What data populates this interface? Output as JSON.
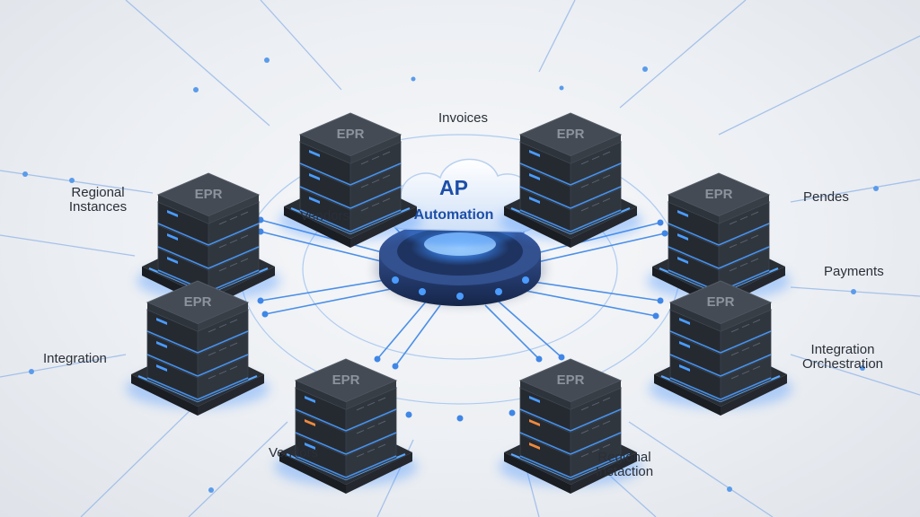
{
  "hub": {
    "title": "AP",
    "subtitle": "Automation"
  },
  "server_label": "EPR",
  "labels": {
    "invoices": "Invoices",
    "regional_instances_1": "Regional",
    "regional_instances_2": "Instances",
    "vendors_top": "Vendors",
    "pendes": "Pendes",
    "payments": "Payments",
    "integration_left": "Integration",
    "integration_orch_1": "Integration",
    "integration_orch_2": "Orchestration",
    "vendors_bottom": "Vendors",
    "regional_instaction_1": "Regional",
    "regional_instaction_2": "Instaction"
  },
  "colors": {
    "accent_blue": "#3b8cff",
    "glow_blue": "#5aa8ff",
    "server_dark": "#2b3038",
    "hub_navy": "#243a6b",
    "text_dark": "#2a2f38",
    "brand_blue": "#1d4fa8"
  }
}
